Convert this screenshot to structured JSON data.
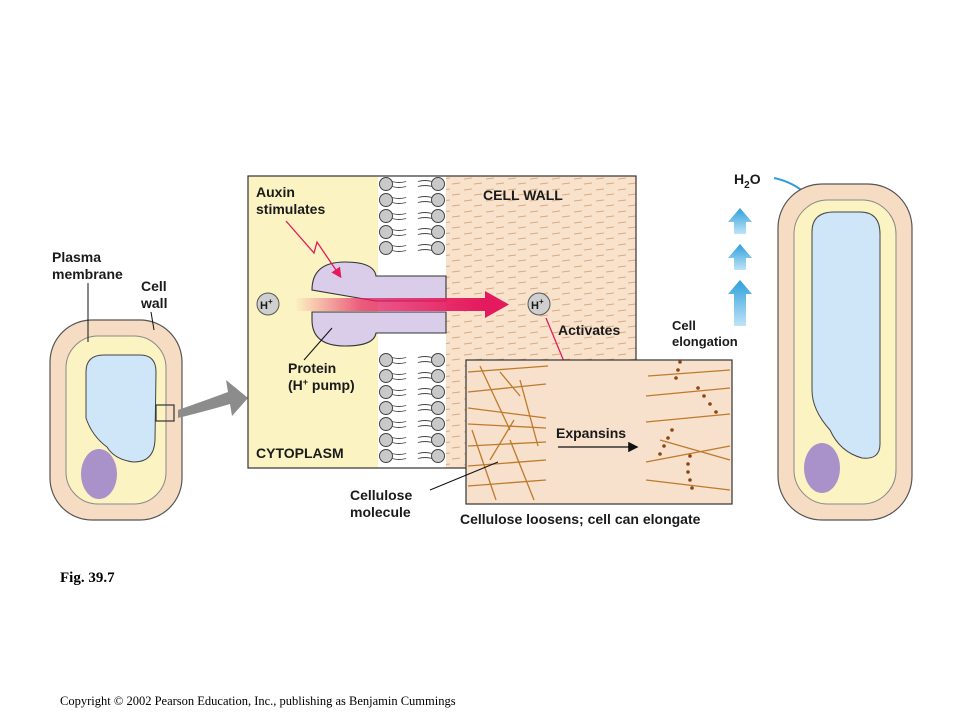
{
  "labels": {
    "plasma_membrane_1": "Plasma",
    "plasma_membrane_2": "membrane",
    "cell_wall_1": "Cell",
    "cell_wall_2": "wall",
    "auxin_1": "Auxin",
    "auxin_2": "stimulates",
    "cell_wall_region": "CELL WALL",
    "h_plus": "H",
    "plus": "+",
    "protein_1": "Protein",
    "protein_2": "(H",
    "protein_3": " pump)",
    "cytoplasm": "CYTOPLASM",
    "activates": "Activates",
    "cell_elongation_1": "Cell",
    "cell_elongation_2": "elongation",
    "h2o_h": "H",
    "h2o_2": "2",
    "h2o_o": "O",
    "expansins": "Expansins",
    "cellulose_1": "Cellulose",
    "cellulose_2": "molecule",
    "loosens": "Cellulose loosens; cell can elongate"
  },
  "caption": "Fig. 39.7",
  "copyright": "Copyright © 2002 Pearson Education, Inc., publishing as Benjamin Cummings",
  "colors": {
    "cell_wall_fill": "#f7dcc4",
    "cytoplasm_fill": "#fbf3c2",
    "vacuole_fill": "#cfe6f9",
    "nucleus_fill": "#a991c9",
    "protein_fill": "#d9cde9",
    "h_arrow": "#e4195e",
    "water_arrow": "#3ba9df",
    "cellulose": "#bf7a2c",
    "membrane_bead": "#c9c9c9"
  }
}
